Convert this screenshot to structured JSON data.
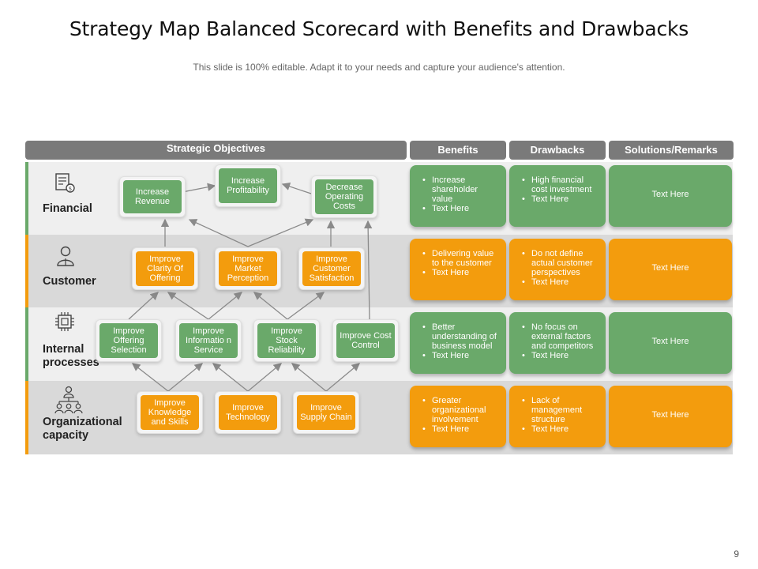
{
  "title": "Strategy Map Balanced Scorecard with Benefits and Drawbacks",
  "subtitle": "This slide is 100% editable. Adapt it to your needs and capture your audience's attention.",
  "page_number": "9",
  "headers": {
    "objectives": "Strategic Objectives",
    "benefits": "Benefits",
    "drawbacks": "Drawbacks",
    "solutions": "Solutions/Remarks"
  },
  "colors": {
    "green": "#6aa96a",
    "orange": "#f39c0d",
    "header": "#7a7a7a",
    "band_light": "#efefef",
    "band_dark": "#d9d9d9"
  },
  "rows": [
    {
      "label": "Financial",
      "icon": "financial-document-icon",
      "objectives": [
        "Increase Revenue",
        "Increase Profitability",
        "Decrease Operating Costs"
      ],
      "benefits": [
        "Increase shareholder value",
        "Text Here"
      ],
      "drawbacks": [
        "High financial cost investment",
        "Text Here"
      ],
      "remark": "Text Here"
    },
    {
      "label": "Customer",
      "icon": "customer-person-icon",
      "objectives": [
        "Improve Clarity Of Offering",
        "Improve Market Perception",
        "Improve Customer Satisfaction"
      ],
      "benefits": [
        "Delivering value to the customer",
        "Text Here"
      ],
      "drawbacks": [
        "Do not define actual customer perspectives",
        "Text Here"
      ],
      "remark": "Text Here"
    },
    {
      "label": "Internal processes",
      "icon": "processor-chip-icon",
      "objectives": [
        "Improve Offering Selection",
        "Improve Informatio n Service",
        "Improve Stock Reliability",
        "Improve Cost Control"
      ],
      "benefits": [
        "Better understanding of business model",
        "Text Here"
      ],
      "drawbacks": [
        "No focus on external factors and competitors",
        "Text Here"
      ],
      "remark": "Text Here"
    },
    {
      "label": "Organizational capacity",
      "icon": "organization-hierarchy-icon",
      "objectives": [
        "Improve Knowledge and Skills",
        "Improve Technology",
        "Improve Supply Chain"
      ],
      "benefits": [
        "Greater organizational involvement",
        "Text Here"
      ],
      "drawbacks": [
        "Lack of management structure",
        "Text Here"
      ],
      "remark": "Text Here"
    }
  ]
}
